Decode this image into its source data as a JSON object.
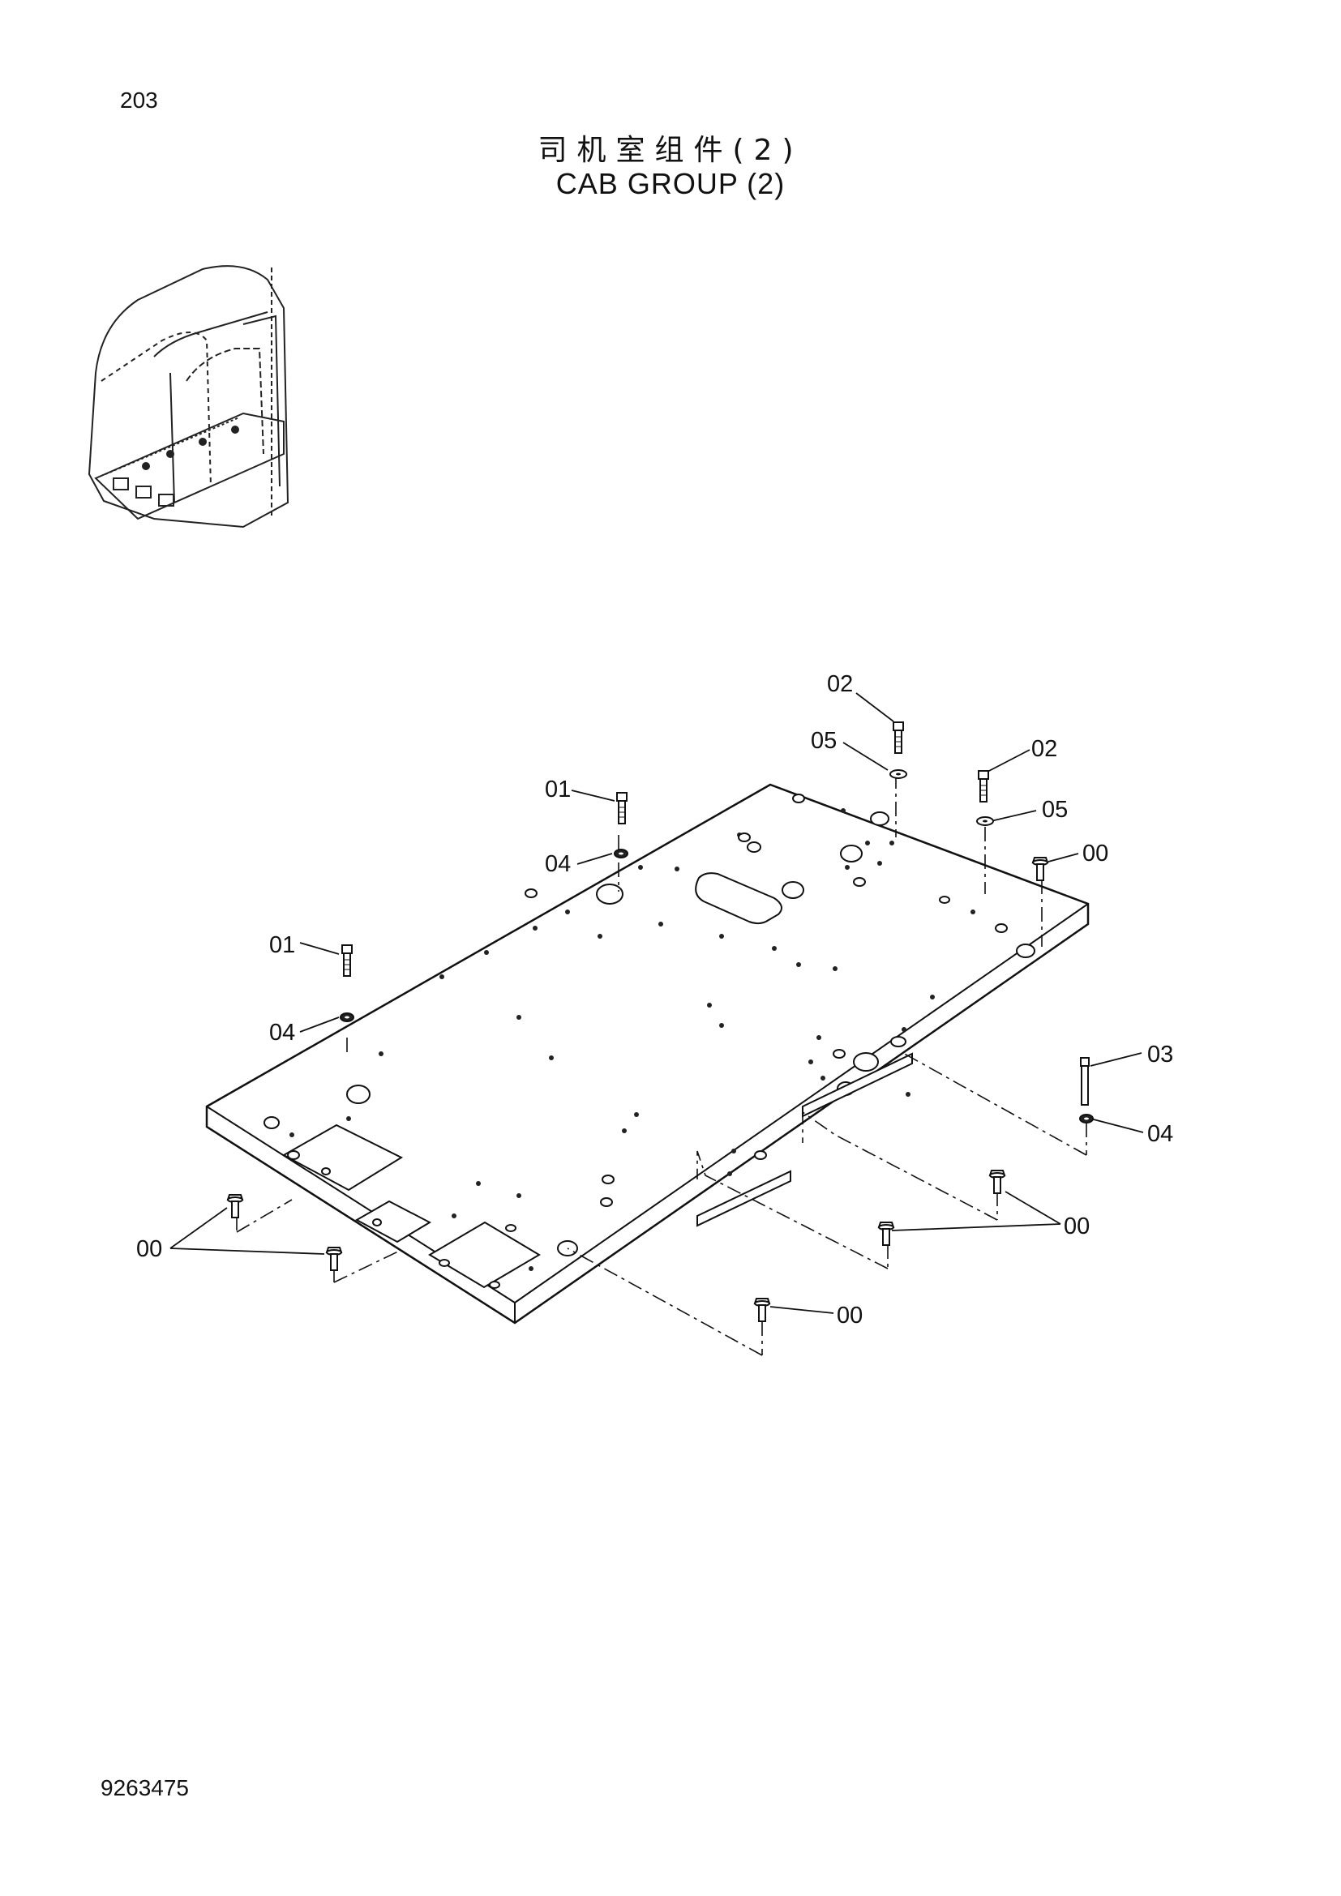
{
  "header": {
    "page_number": "203",
    "title_cn": "司机室组件(2)",
    "title_en": "CAB GROUP (2)"
  },
  "footer": {
    "drawing_number": "9263475"
  },
  "callouts": [
    {
      "id": "c-02-top",
      "label": "02"
    },
    {
      "id": "c-05-top",
      "label": "05"
    },
    {
      "id": "c-02-right",
      "label": "02"
    },
    {
      "id": "c-05-right",
      "label": "05"
    },
    {
      "id": "c-00-right",
      "label": "00"
    },
    {
      "id": "c-01-mid",
      "label": "01"
    },
    {
      "id": "c-04-mid",
      "label": "04"
    },
    {
      "id": "c-01-left",
      "label": "01"
    },
    {
      "id": "c-04-left",
      "label": "04"
    },
    {
      "id": "c-03",
      "label": "03"
    },
    {
      "id": "c-04-bottom-right",
      "label": "04"
    },
    {
      "id": "c-00-bottom-right",
      "label": "00"
    },
    {
      "id": "c-00-left",
      "label": "00"
    },
    {
      "id": "c-00-bottom",
      "label": "00"
    }
  ]
}
